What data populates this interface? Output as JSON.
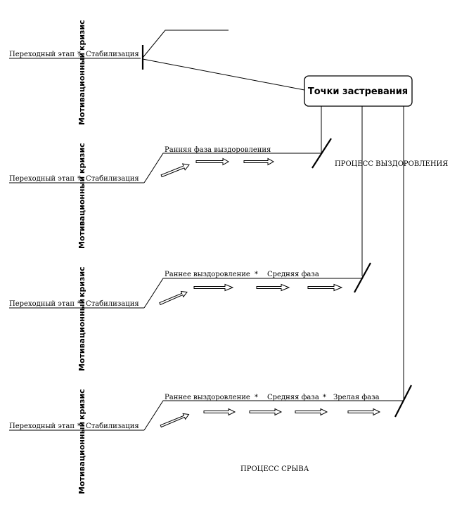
{
  "labels": {
    "transition": "Переходный этап",
    "bullet": "*",
    "stabilization": "Стабилизация",
    "motivational": "Мотивационный",
    "crisis": "кризис",
    "stuck_points": "Точки застревания",
    "early_phase": "Ранняя фаза выздоровления",
    "early_recovery": "Раннее выздоровление",
    "middle_phase": "Средняя фаза",
    "mature_phase": "Зрелая фаза",
    "recovery_process": "ПРОЦЕСС ВЫЗДОРОВЛЕНИЯ",
    "relapse_process": "ПРОЦЕСС СРЫВА"
  }
}
